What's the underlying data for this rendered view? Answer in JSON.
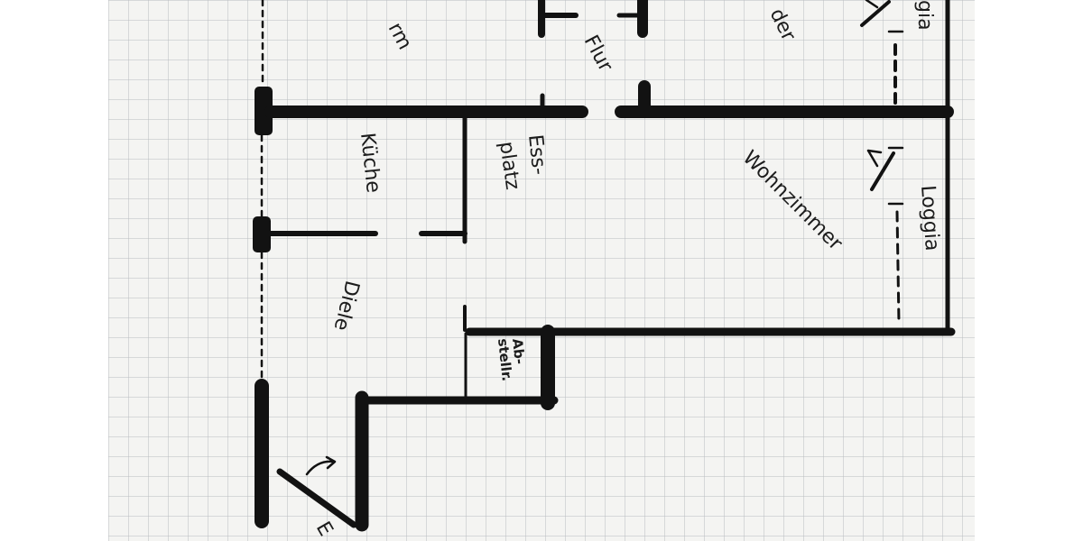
{
  "rooms": {
    "top_left_partial": "rm",
    "top_middle_partial": "der",
    "top_right_partial": "gia",
    "flur": "Flur",
    "kueche": "Küche",
    "essplatz_line1": "Ess-",
    "essplatz_line2": "platz",
    "wohnzimmer": "Wohnzimmer",
    "loggia": "Loggia",
    "diele": "Diele",
    "abstell_line1": "Ab-",
    "abstell_line2": "stellr.",
    "bottom_partial": "E"
  },
  "colors": {
    "paper": "#f4f4f2",
    "grid": "#b9bcc0",
    "ink": "#121212"
  }
}
